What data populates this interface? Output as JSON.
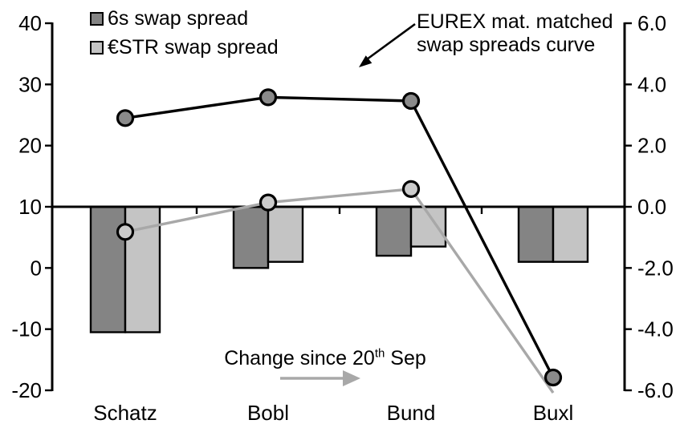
{
  "chart_data": {
    "type": "composite",
    "title": "",
    "categories": [
      "Schatz",
      "Bobl",
      "Bund",
      "Buxl"
    ],
    "left_axis": {
      "ticks": [
        "40",
        "30",
        "20",
        "10",
        "0",
        "-10",
        "-20"
      ],
      "min": -20,
      "max": 40,
      "note": "lines (swap spread levels, bp) are plotted on this axis"
    },
    "right_axis": {
      "ticks": [
        "6.0",
        "4.0",
        "2.0",
        "0.0",
        "-2.0",
        "-4.0",
        "-6.0"
      ],
      "min": -6.0,
      "max": 6.0,
      "note": "bars (change since 20th Sep) are plotted on this axis; 0.0 aligns with left-axis 10"
    },
    "bar_series": [
      {
        "name": "6s swap spread",
        "axis": "right",
        "color": "#848484",
        "values": [
          -4.1,
          -2.0,
          -1.6,
          -1.8
        ]
      },
      {
        "name": "€STR swap spread",
        "axis": "right",
        "color": "#c4c4c4",
        "values": [
          -4.1,
          -1.8,
          -1.3,
          -1.8
        ]
      }
    ],
    "line_series": [
      {
        "name": "6s swap spread",
        "axis": "left",
        "color": "#000000",
        "marker_fill": "#8a8a8a",
        "values": [
          24.5,
          27.9,
          27.3,
          -17.9
        ],
        "markers": [
          true,
          true,
          true,
          true
        ]
      },
      {
        "name": "€STR swap spread",
        "axis": "left",
        "color": "#a8a8a8",
        "marker_fill": "#cbcbcb",
        "values": [
          5.9,
          10.7,
          12.9,
          -20.4
        ],
        "markers": [
          true,
          true,
          true,
          false
        ]
      }
    ],
    "grid": "off",
    "legend_position": "top-left"
  },
  "legend": {
    "items": [
      {
        "label": "6s swap spread",
        "color": "#848484"
      },
      {
        "label": "€STR swap spread",
        "color": "#c4c4c4"
      }
    ]
  },
  "annotations": {
    "curve_note": {
      "line1": "EUREX mat. matched",
      "line2": "swap spreads curve"
    },
    "change_note": {
      "prefix": "Change since 20",
      "sup": "th",
      "suffix": " Sep"
    }
  }
}
